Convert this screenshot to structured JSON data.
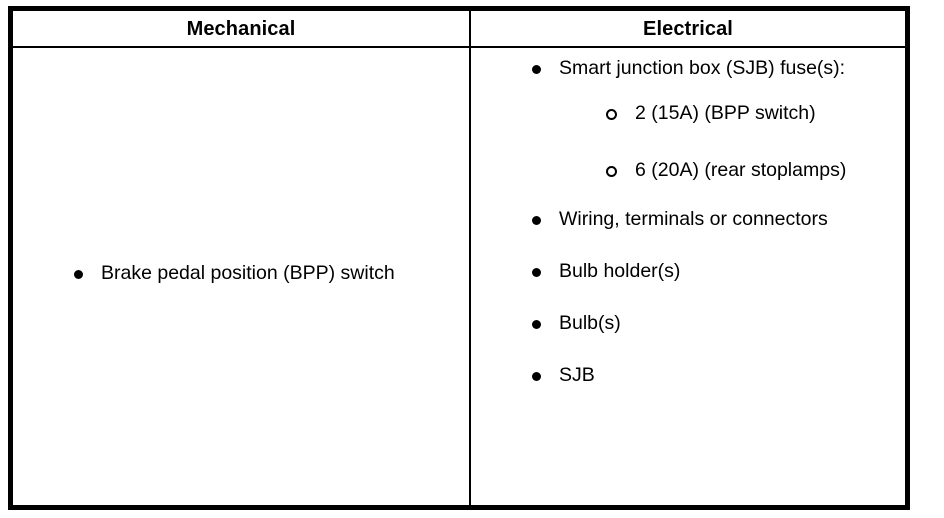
{
  "table": {
    "columns": [
      {
        "id": "mechanical",
        "label": "Mechanical"
      },
      {
        "id": "electrical",
        "label": "Electrical"
      }
    ],
    "mechanical_items": [
      {
        "text": "Brake pedal position (BPP) switch",
        "marker": "disc"
      }
    ],
    "electrical_items": [
      {
        "text": "Smart junction box (SJB) fuse(s):",
        "marker": "disc",
        "sub_items": [
          {
            "text": "2 (15A) (BPP switch)",
            "marker": "circle"
          },
          {
            "text": "6 (20A) (rear stoplamps)",
            "marker": "circle"
          }
        ]
      },
      {
        "text": "Wiring, terminals or connectors",
        "marker": "disc"
      },
      {
        "text": "Bulb holder(s)",
        "marker": "disc"
      },
      {
        "text": "Bulb(s)",
        "marker": "disc"
      },
      {
        "text": "SJB",
        "marker": "disc"
      }
    ]
  },
  "colors": {
    "border": "#000000",
    "text": "#000000",
    "background": "#ffffff"
  }
}
